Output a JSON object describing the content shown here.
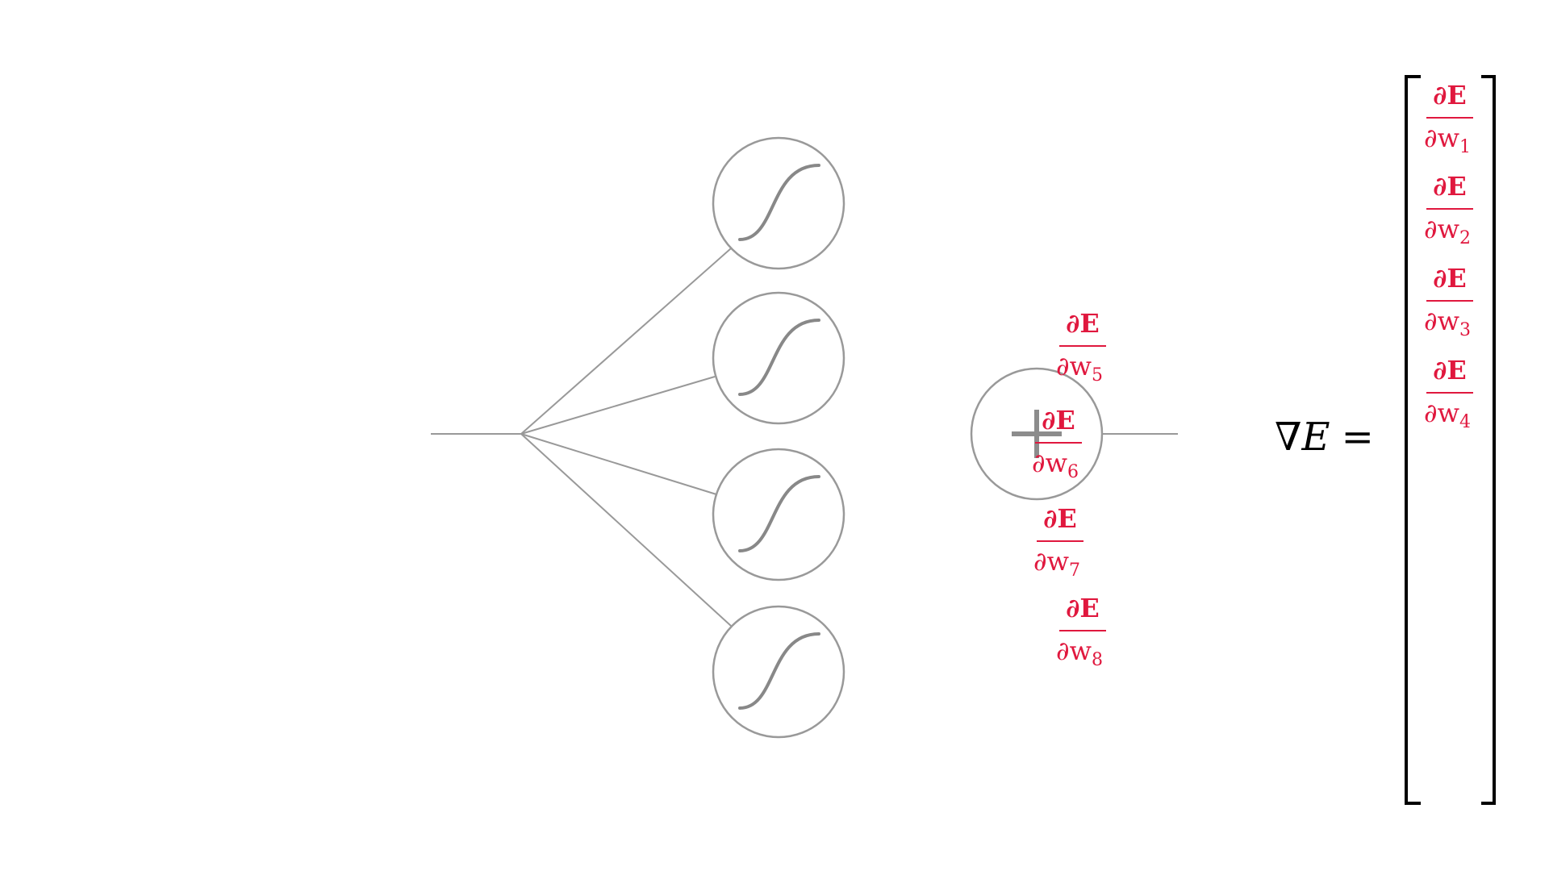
{
  "colors": {
    "line": "#999999",
    "sigmoid_curve": "#888888",
    "plus_sign": "#8c8c8c",
    "derivative": "#e0183e",
    "equation": "#000000",
    "bracket": "#000000",
    "background": "#ffffff"
  },
  "equation": {
    "nabla": "∇",
    "variable": "E",
    "equals": "="
  },
  "derivative_numerator": "∂E",
  "derivative_denominator_prefix": "∂w",
  "gradient_vector_subscripts": [
    "1",
    "2",
    "3",
    "4"
  ],
  "floating_derivative_subscripts": [
    "5",
    "6",
    "7",
    "8"
  ],
  "hidden_layer": {
    "neuron_count": 4,
    "activation_icon": "sigmoid-icon"
  },
  "output_node": {
    "icon": "plus-icon"
  }
}
